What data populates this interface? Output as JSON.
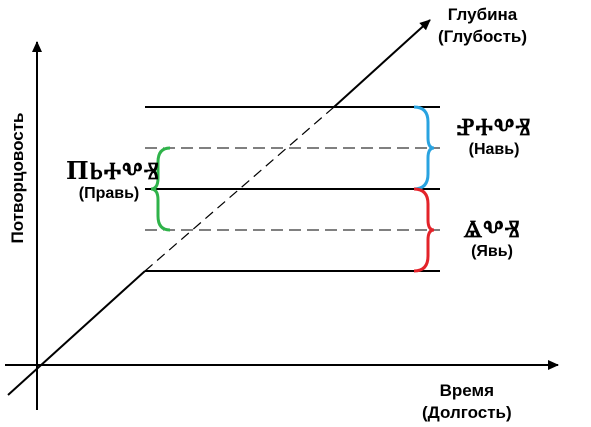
{
  "axes": {
    "y_label": "Потворцовость",
    "depth_label": "Глубина",
    "depth_sub": "(Глубость)",
    "time_label": "Время",
    "time_sub": "(Долгость)"
  },
  "worlds": [
    {
      "glyph": "ⰐⰀⰂⰠ",
      "name": "(Навь)",
      "color": "#29a3e0"
    },
    {
      "glyph": "ⰡⰂⰠ",
      "name": "(Явь)",
      "color": "#e3232a"
    },
    {
      "glyph": "ПⰓⰀⰂⰠ",
      "name": "(Правь)",
      "color": "#2fb34a"
    }
  ]
}
